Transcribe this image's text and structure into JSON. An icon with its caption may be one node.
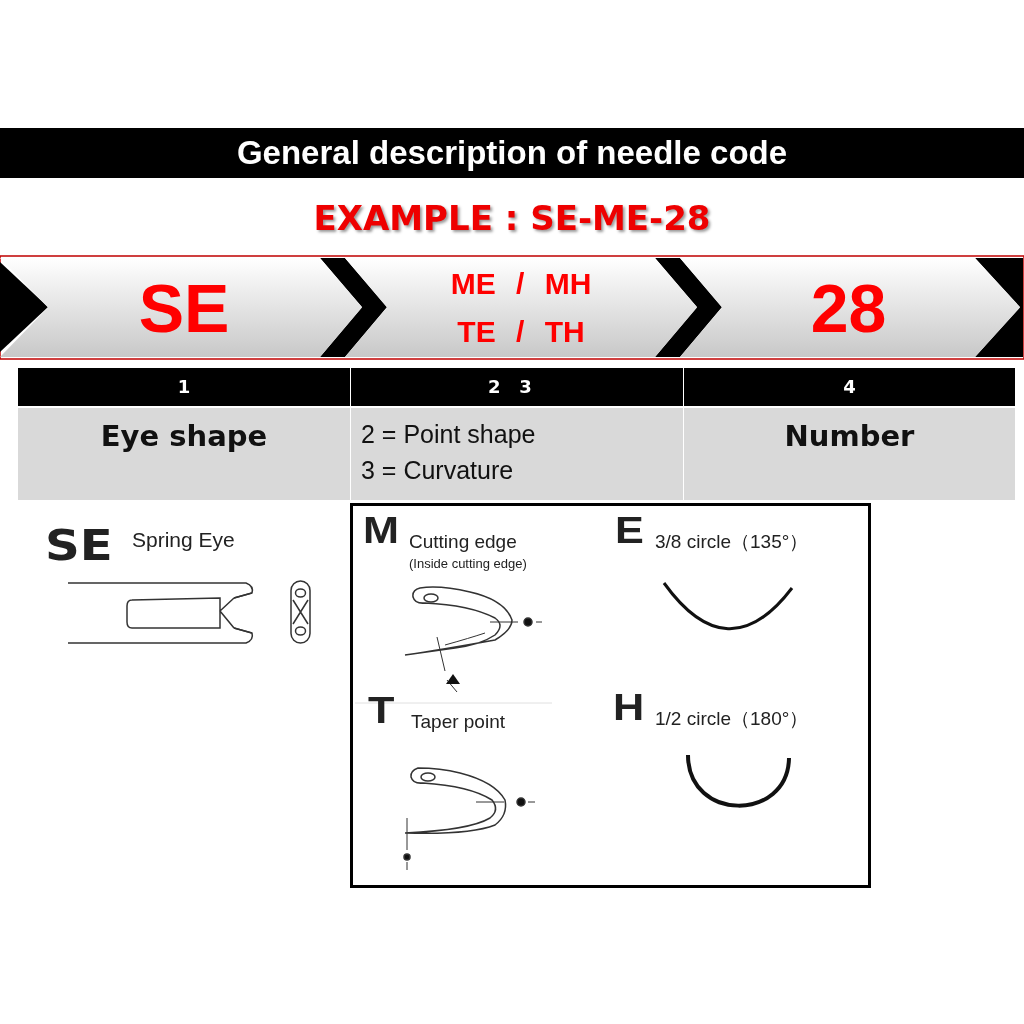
{
  "diagram": {
    "title": "General description of needle code",
    "nodes": [
      {
        "text": [
          "SE"
        ]
      },
      {
        "text": [
          "ME / MH",
          "TE / TH"
        ]
      },
      {
        "text": [
          "28"
        ]
      },
      {
        "text": [
          "M",
          "Cutting edge",
          "(Inside cutting edge)",
          "E",
          "3/8 circle（135°）",
          "T",
          "Taper point",
          "H",
          "1/2 circle（180°）"
        ]
      }
    ],
    "labels": [
      "EXAMPLE : SE-ME-28",
      "1",
      "2 3",
      "4",
      "Eye shape",
      "2 = Point shape 3 = Curvature",
      "Number",
      "SE",
      "Spring Eye"
    ]
  }
}
